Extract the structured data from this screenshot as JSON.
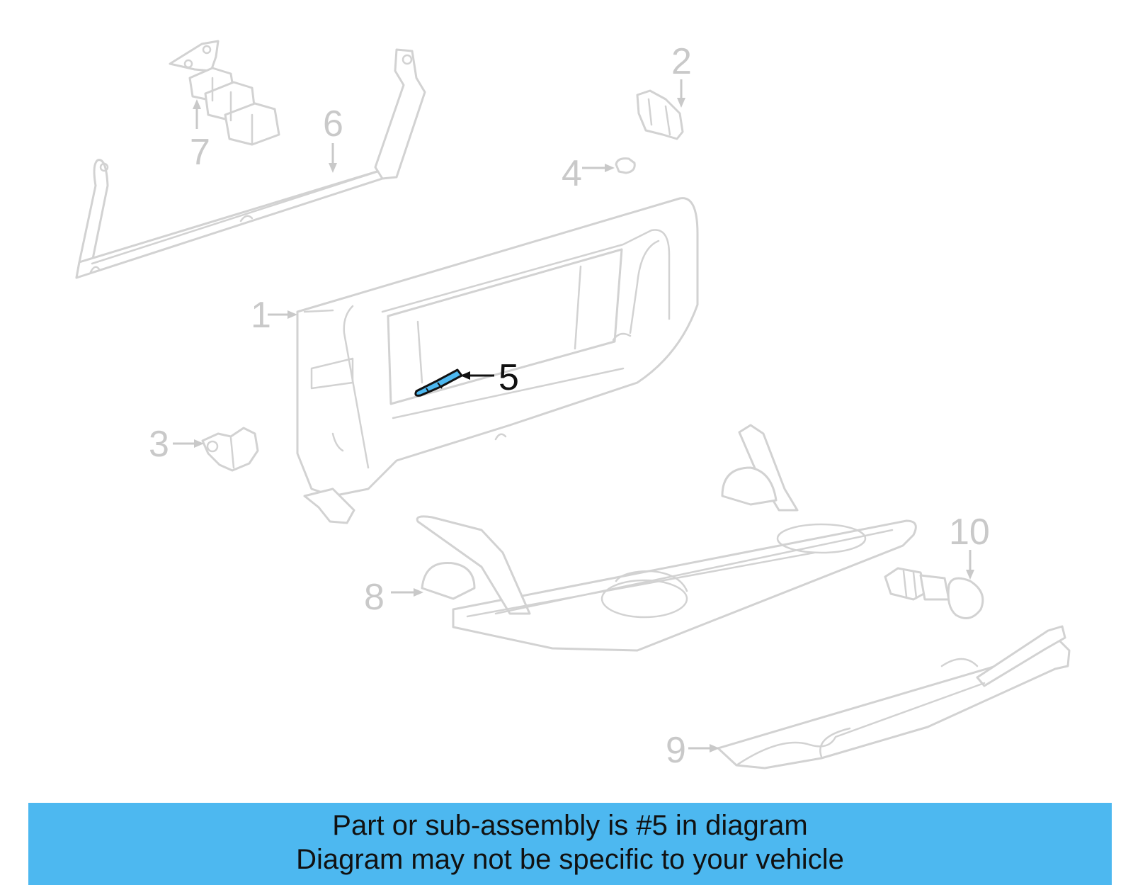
{
  "callouts": [
    {
      "id": "1",
      "label": "1"
    },
    {
      "id": "2",
      "label": "2"
    },
    {
      "id": "3",
      "label": "3"
    },
    {
      "id": "4",
      "label": "4"
    },
    {
      "id": "5",
      "label": "5",
      "highlighted": true
    },
    {
      "id": "6",
      "label": "6"
    },
    {
      "id": "7",
      "label": "7"
    },
    {
      "id": "8",
      "label": "8"
    },
    {
      "id": "9",
      "label": "9"
    },
    {
      "id": "10",
      "label": "10"
    }
  ],
  "banner": {
    "line1": "Part or sub-assembly is #5 in diagram",
    "line2": "Diagram may not be specific to your vehicle"
  },
  "colors": {
    "banner_bg": "#4db8f0",
    "part_outline": "#d2d2d2",
    "highlight_part": "#4db8f0",
    "highlight_outline": "#111111"
  }
}
